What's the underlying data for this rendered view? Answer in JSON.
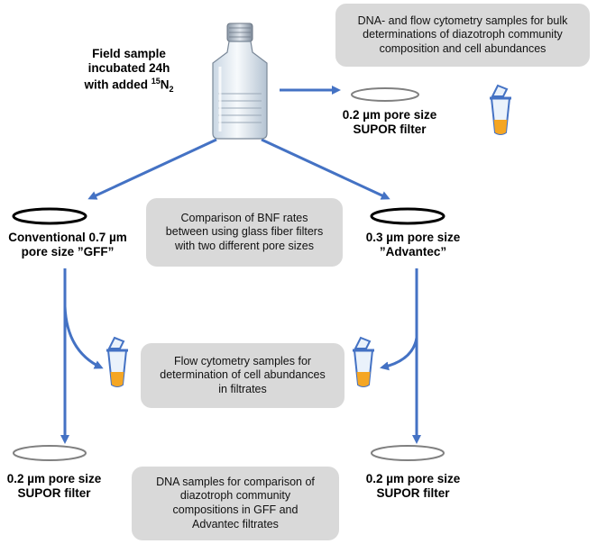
{
  "field_sample": {
    "line1": "Field sample",
    "line2": "incubated 24h",
    "line3_prefix": "with added ",
    "isotope_mass": "15",
    "isotope_symbol": "N",
    "isotope_subscript": "2"
  },
  "boxes": {
    "bulk_samples": "DNA- and flow cytometry samples for bulk\ndeterminations of diazotroph community\ncomposition and cell abundances",
    "bnf_comparison": "Comparison of BNF rates\nbetween using glass fiber filters\nwith two different pore sizes",
    "flow_cytometry": "Flow cytometry samples for\ndetermination of cell abundances\nin filtrates",
    "dna_comparison": "DNA samples for comparison of\ndiazotroph community\ncompositions in GFF and\nAdvantec filtrates"
  },
  "filters": {
    "top_supor": "0.2 µm pore size\nSUPOR filter",
    "gff": "Conventional 0.7 µm\npore size ”GFF”",
    "advantec": "0.3 µm pore size\n”Advantec”",
    "bottom_left_supor": "0.2 µm pore size\nSUPOR filter",
    "bottom_right_supor": "0.2 µm pore size\nSUPOR filter"
  },
  "colors": {
    "arrow": "#4472c4",
    "box_fill": "#d9d9d9",
    "filter_black": "#000000",
    "filter_grey": "#808080",
    "tube_liquid": "#f4b183",
    "tube_orange": "#f5a623"
  },
  "icons": [
    "bottle-icon",
    "sample-tube-icon",
    "filter-ring-icon"
  ]
}
